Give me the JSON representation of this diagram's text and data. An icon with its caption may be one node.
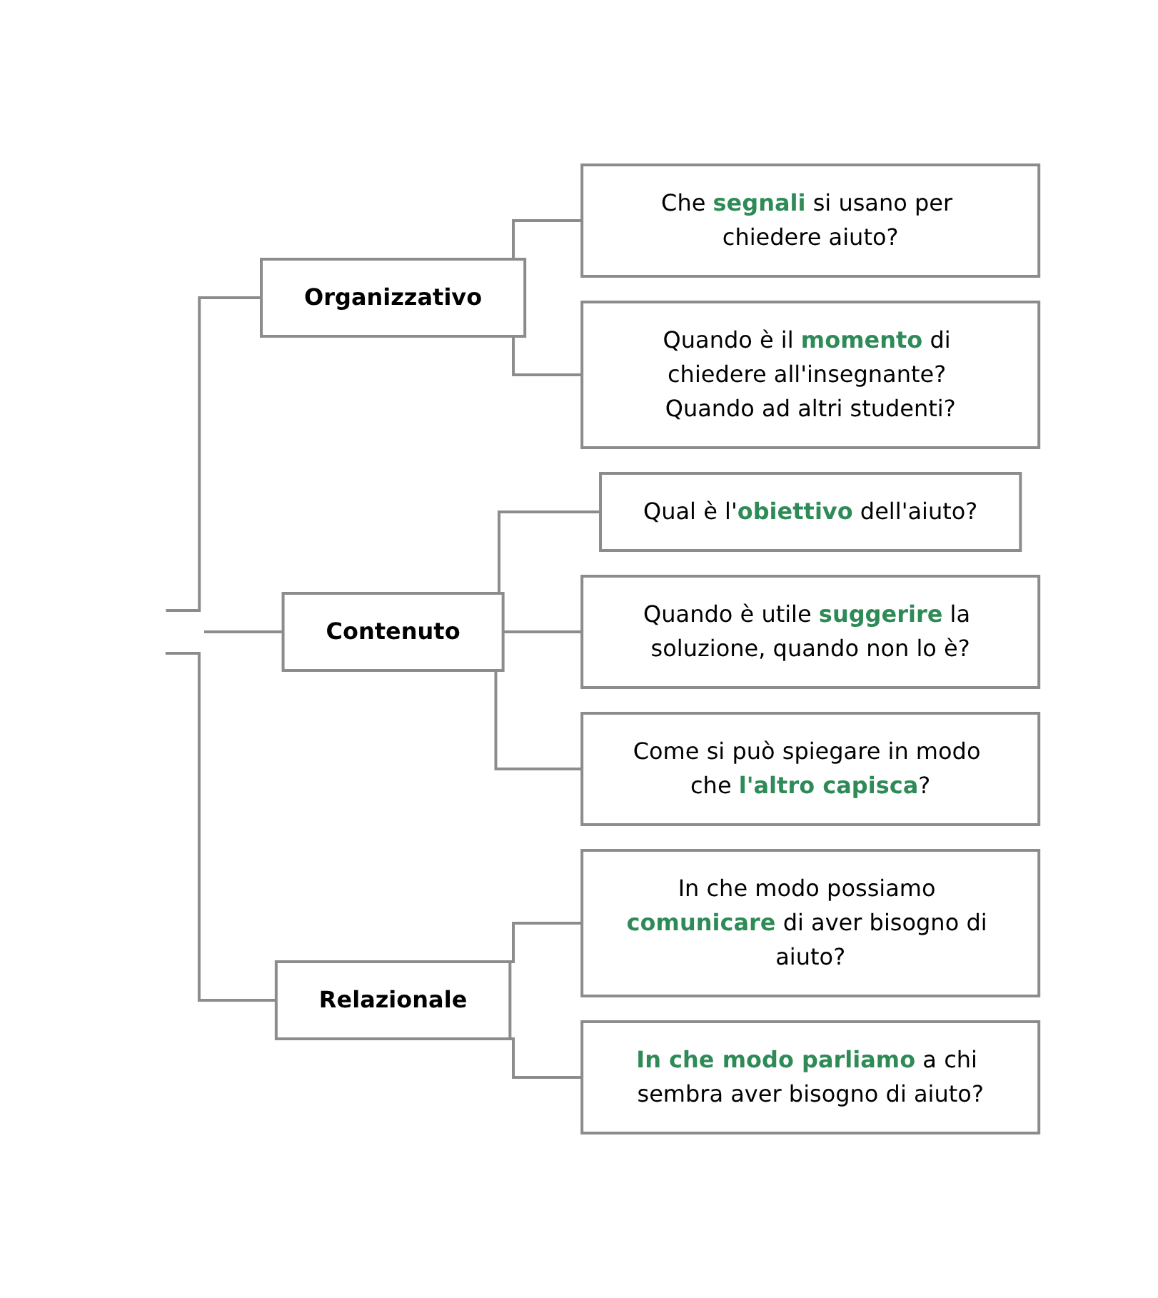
{
  "diagram": {
    "nodes": [
      {
        "text": [
          "Organizzativo"
        ]
      },
      {
        "text": [
          "Che **segnali** si usano per chiedere aiuto?"
        ]
      },
      {
        "text": [
          "Quando è il **momento** di chiedere all'insegnante? Quando ad altri studenti?"
        ]
      },
      {
        "text": [
          "Contenuto"
        ]
      },
      {
        "text": [
          "Qual è l'**obiettivo** dell'aiuto?"
        ]
      },
      {
        "text": [
          "Quando è utile **suggerire** la soluzione, quando non lo è?"
        ]
      },
      {
        "text": [
          "Come si può spiegare in modo che **l'altro capisca**?"
        ]
      },
      {
        "text": [
          "Relazionale"
        ]
      },
      {
        "text": [
          "In che modo possiamo **comunicare** di aver bisogno di aiuto?"
        ]
      },
      {
        "text": [
          "**In che modo parliamo** a chi sembra aver bisogno di aiuto?"
        ]
      }
    ],
    "edges": [
      {
        "from": null,
        "to": 0,
        "arrow": "none"
      },
      {
        "from": null,
        "to": 3,
        "arrow": "none"
      },
      {
        "from": null,
        "to": 7,
        "arrow": "none"
      },
      {
        "from": 0,
        "to": 1,
        "arrow": "none"
      },
      {
        "from": 0,
        "to": 2,
        "arrow": "none"
      },
      {
        "from": 3,
        "to": 4,
        "arrow": "none"
      },
      {
        "from": 3,
        "to": 5,
        "arrow": "none"
      },
      {
        "from": 3,
        "to": 6,
        "arrow": "none"
      },
      {
        "from": 7,
        "to": 8,
        "arrow": "none"
      },
      {
        "from": 7,
        "to": 9,
        "arrow": "none"
      }
    ]
  }
}
